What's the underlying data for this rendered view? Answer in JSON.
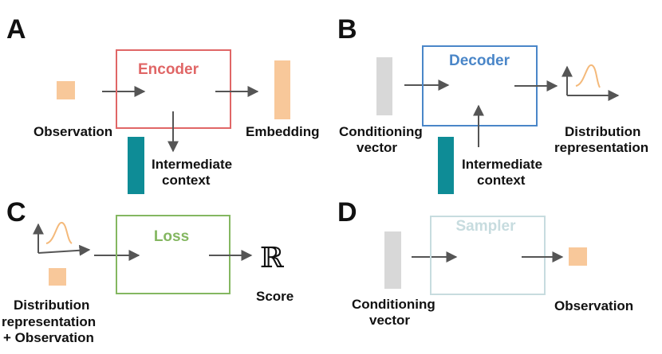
{
  "panels": {
    "a": {
      "letter": "A",
      "box_title": "Encoder",
      "input_label": "Observation",
      "output_label": "Embedding",
      "context_label": [
        "Intermediate",
        "context"
      ]
    },
    "b": {
      "letter": "B",
      "box_title": "Decoder",
      "input_label": [
        "Conditioning",
        "vector"
      ],
      "context_label": [
        "Intermediate",
        "context"
      ],
      "output_label": [
        "Distribution",
        "representation"
      ]
    },
    "c": {
      "letter": "C",
      "box_title": "Loss",
      "input_label": [
        "Distribution",
        "representation",
        "+ Observation"
      ],
      "output_symbol": "ℝ",
      "output_label": "Score"
    },
    "d": {
      "letter": "D",
      "box_title": "Sampler",
      "input_label": [
        "Conditioning",
        "vector"
      ],
      "output_label": "Observation"
    }
  },
  "colors": {
    "encoder": "#e06666",
    "decoder": "#4a86c8",
    "loss": "#84b761",
    "sampler": "#c7dcdf",
    "observation_square": "#f8c89a",
    "conditioning_bar": "#d8d8d8",
    "context_bar": "#0e8c96",
    "arrow": "#555555",
    "distribution_curve": "#f4b97a"
  }
}
